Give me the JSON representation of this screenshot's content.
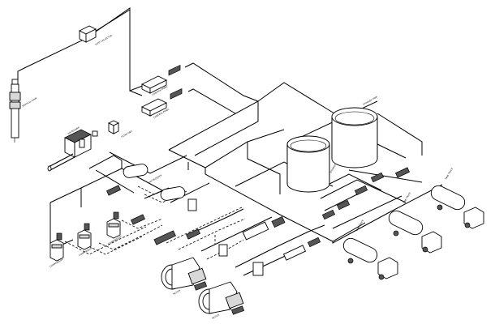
{
  "diagram": {
    "labels": {
      "dust_collector": "DUST COLLECTOR",
      "vertical_pump": "VERTICAL PUMP",
      "blower": "AIR BLOWER",
      "control_panel_1": "CONTROL PANEL",
      "control_panel_2": "CONTROL PANEL",
      "storage_tank_1": "STORAGE TANK",
      "storage_tank_2": "STORAGE TANK",
      "tank_truck_1": "TANK TRUCK",
      "tank_truck_2": "TANK TRUCK",
      "tank_truck_3": "TANK TRUCK",
      "motor_1": "MOTOR",
      "motor_2": "MOTOR",
      "compressor_1": "COMPRESSOR",
      "compressor_2": "COMPRESSOR",
      "compressor_3": "COMPRESSOR",
      "air_receiver": "AIR RECEIVER",
      "filter_unit": "FILTER UNIT"
    }
  }
}
